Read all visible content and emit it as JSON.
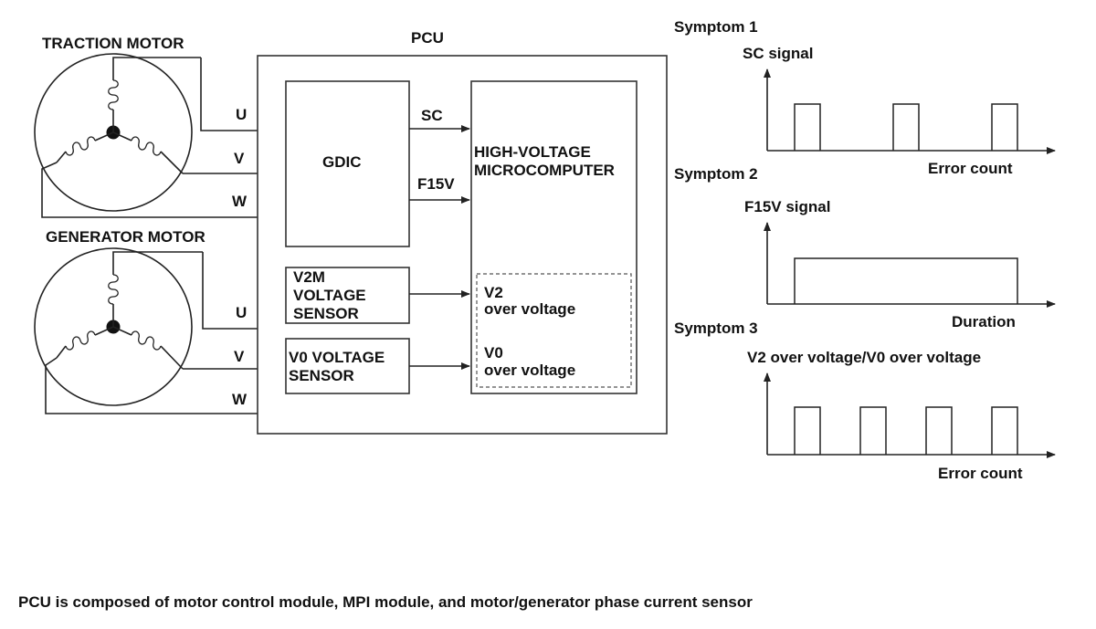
{
  "motors": {
    "traction_title": "TRACTION MOTOR",
    "generator_title": "GENERATOR MOTOR",
    "phases": [
      "U",
      "V",
      "W"
    ]
  },
  "pcu": {
    "title": "PCU",
    "gdic_label": "GDIC",
    "sc_label": "SC",
    "f15v_label": "F15V",
    "microcomputer_line1": "HIGH-VOLTAGE",
    "microcomputer_line2": "MICROCOMPUTER",
    "v2m_line1": "V2M",
    "v2m_line2": "VOLTAGE",
    "v2m_line3": "SENSOR",
    "v0_line1": "V0 VOLTAGE",
    "v0_line2": "SENSOR",
    "v2_over_line1": "V2",
    "v2_over_line2": "over voltage",
    "v0_over_line1": "V0",
    "v0_over_line2": "over voltage"
  },
  "symptoms": [
    {
      "title": "Symptom 1",
      "signal": "SC signal",
      "xlabel": "Error count",
      "pulses": 3
    },
    {
      "title": "Symptom 2",
      "signal": "F15V signal",
      "xlabel": "Duration",
      "pulses": 1
    },
    {
      "title": "Symptom 3",
      "signal": "V2 over voltage/V0 over voltage",
      "xlabel": "Error count",
      "pulses": 4
    }
  ],
  "caption": "PCU is composed of motor control module, MPI module, and motor/generator phase current sensor"
}
